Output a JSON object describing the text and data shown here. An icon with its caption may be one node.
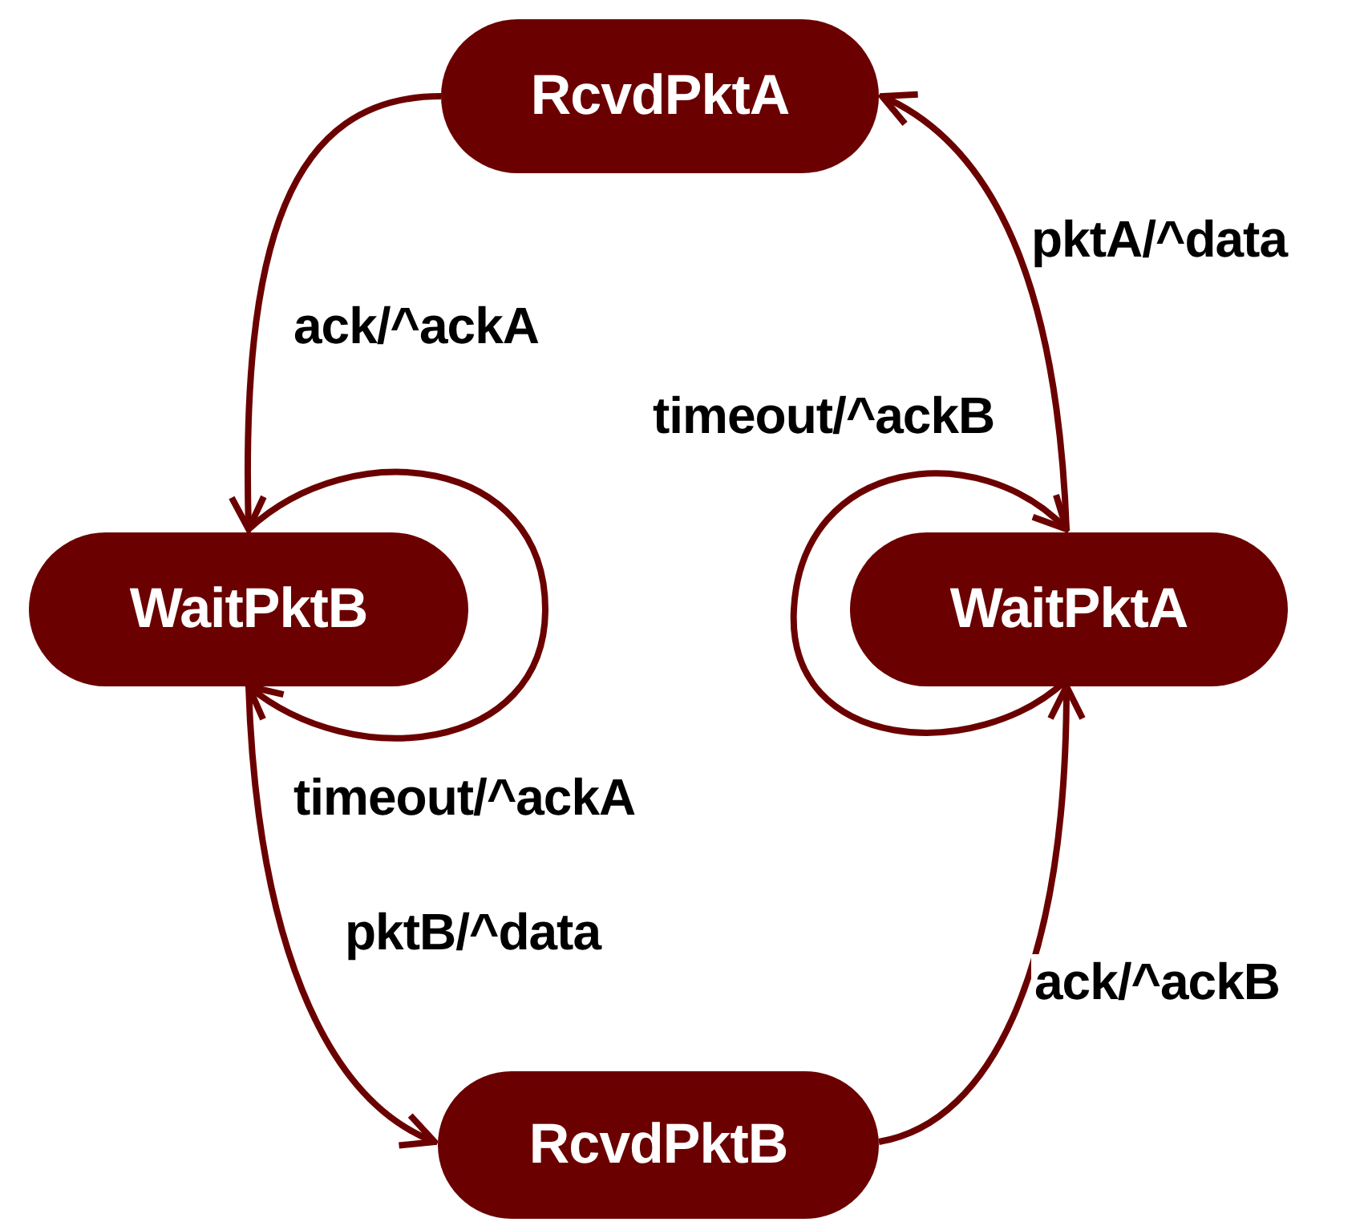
{
  "diagram": {
    "nodes": [
      {
        "text": [
          "RcvdPktA"
        ]
      },
      {
        "text": [
          "WaitPktB"
        ]
      },
      {
        "text": [
          "WaitPktA"
        ]
      },
      {
        "text": [
          "RcvdPktB"
        ]
      }
    ],
    "edges": [
      {
        "from": 0,
        "to": 1,
        "arrow": "to",
        "label": "ack/^ackA"
      },
      {
        "from": 2,
        "to": 0,
        "arrow": "to",
        "label": "pktA/^data"
      },
      {
        "from": 2,
        "to": 2,
        "arrow": "to",
        "label": "timeout/^ackB"
      },
      {
        "from": 1,
        "to": 1,
        "arrow": "to",
        "label": "timeout/^ackA"
      },
      {
        "from": 1,
        "to": 3,
        "arrow": "to",
        "label": "pktB/^data"
      },
      {
        "from": 3,
        "to": 2,
        "arrow": "to",
        "label": "ack/^ackB"
      }
    ]
  }
}
